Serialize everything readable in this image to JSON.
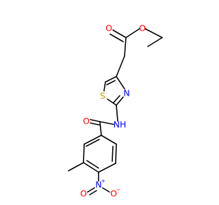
{
  "molecule": {
    "atoms": {
      "o_ester_dbl": "O",
      "o_ester": "O",
      "n_thiazole": "N",
      "s_thiazole": "S",
      "o_amide": "O",
      "nh_amide": "NH",
      "n_nitro": "N",
      "n_nitro_charge": "+",
      "o_nitro_dbl": "O",
      "o_nitro_neg": "O",
      "o_nitro_charge": "−"
    },
    "colors": {
      "oxygen": "#ff0000",
      "nitrogen": "#0000ff",
      "sulfur": "#b8a000",
      "bond": "#000000"
    }
  }
}
